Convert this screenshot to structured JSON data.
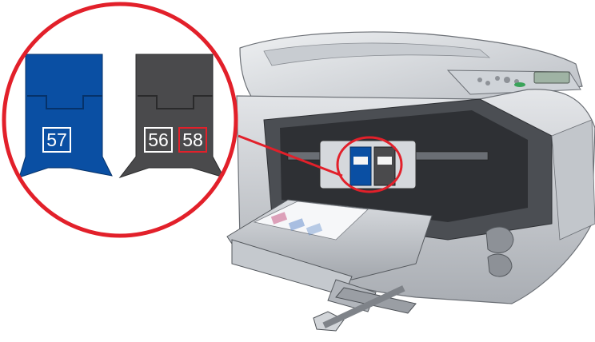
{
  "callout": {
    "left_label": "57",
    "right_label_a": "56",
    "right_label_b": "58"
  },
  "colors": {
    "callout_ring": "#e2202a",
    "cartridge_tri_color": "#0a4fa3",
    "cartridge_black_photo": "#4a4a4c",
    "label_highlight": "#e2202a"
  },
  "icons": {
    "printer": "hp-psc-all-in-one-printer",
    "cartridge_left": "print-cartridge-57",
    "cartridge_right": "print-cartridge-56-58"
  }
}
